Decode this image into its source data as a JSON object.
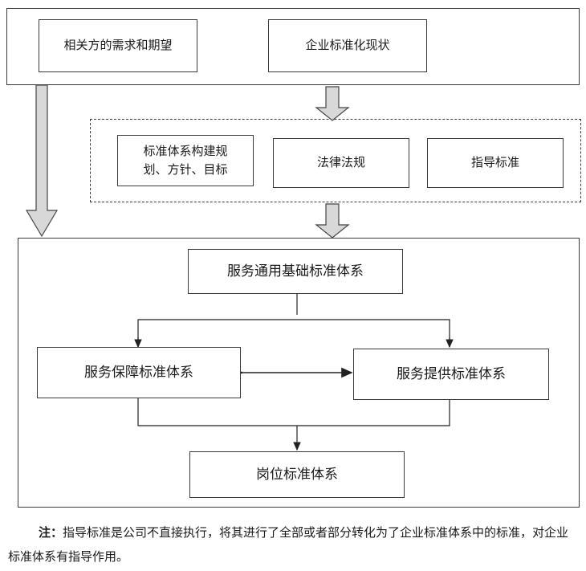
{
  "top_frame": {
    "box_needs": "相关方的需求和期望",
    "box_status": "企业标准化现状"
  },
  "middle_frame": {
    "box_plan_line1": "标准体系构建规",
    "box_plan_line2": "划、方针、目标",
    "box_laws": "法律法规",
    "box_guide": "指导标准"
  },
  "bottom_frame": {
    "box_general": "服务通用基础标准体系",
    "box_support": "服务保障标准体系",
    "box_provide": "服务提供标准体系",
    "box_post": "岗位标准体系"
  },
  "note": {
    "prefix": "注：",
    "text": "指导标准是公司不直接执行，将其进行了全部或者部分转化为了企业标准体系中的标准，对企业标准体系有指导作用。"
  },
  "colors": {
    "border": "#3a3a3a",
    "arrow_fill": "#d8d8d8"
  }
}
